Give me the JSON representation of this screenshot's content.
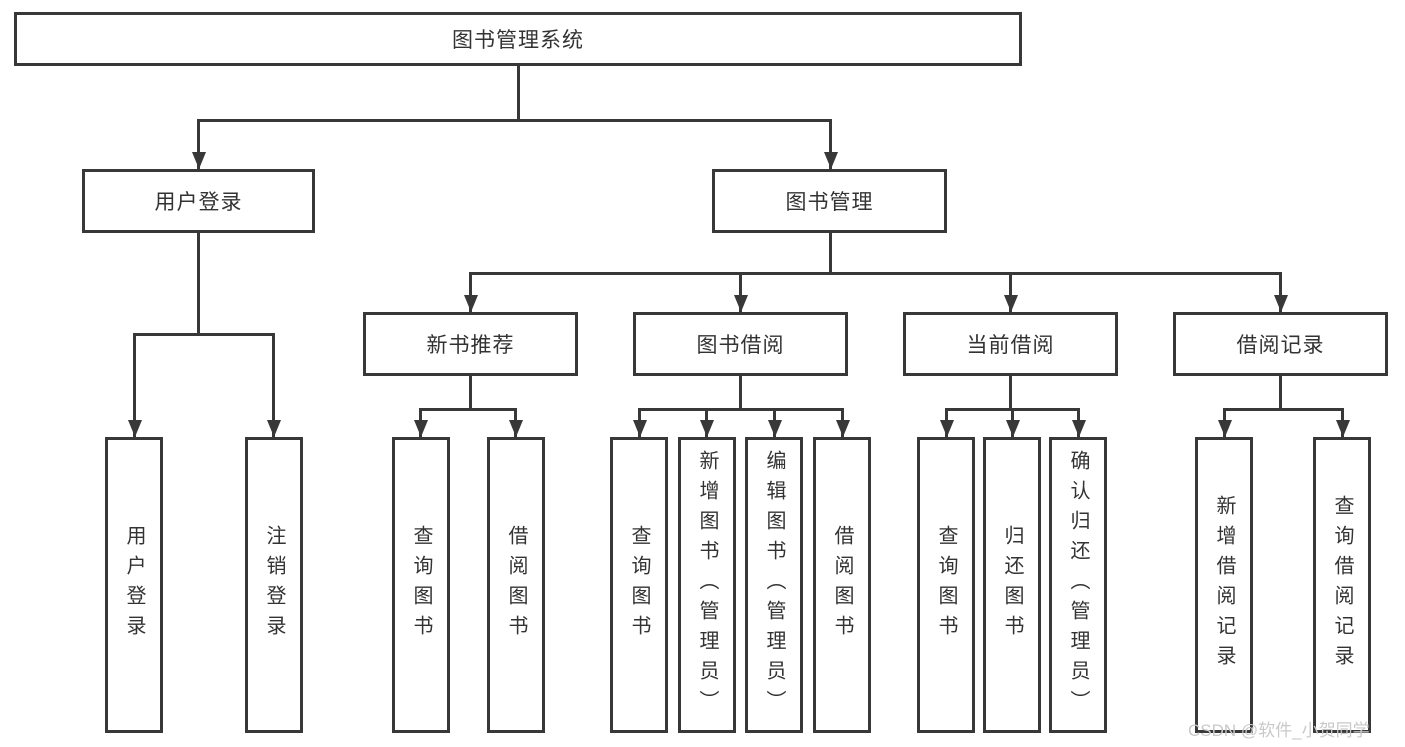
{
  "diagram": {
    "title": "图书管理系统",
    "level2": [
      {
        "label": "用户登录"
      },
      {
        "label": "图书管理"
      }
    ],
    "level3": [
      {
        "label": "新书推荐"
      },
      {
        "label": "图书借阅"
      },
      {
        "label": "当前借阅"
      },
      {
        "label": "借阅记录"
      }
    ],
    "leaves": [
      {
        "label": "用户登录"
      },
      {
        "label": "注销登录"
      },
      {
        "label": "查询图书"
      },
      {
        "label": "借阅图书"
      },
      {
        "label": "查询图书"
      },
      {
        "label": "新增图书（管理员）"
      },
      {
        "label": "编辑图书（管理员）"
      },
      {
        "label": "借阅图书"
      },
      {
        "label": "查询图书"
      },
      {
        "label": "归还图书"
      },
      {
        "label": "确认归还（管理员）"
      },
      {
        "label": "新增借阅记录"
      },
      {
        "label": "查询借阅记录"
      }
    ]
  },
  "watermark": {
    "text": "CSDN @软件_小贺同学"
  },
  "colors": {
    "line": "#383838",
    "text": "#333333",
    "watermark": "#c9c9c9",
    "background": "#ffffff"
  }
}
